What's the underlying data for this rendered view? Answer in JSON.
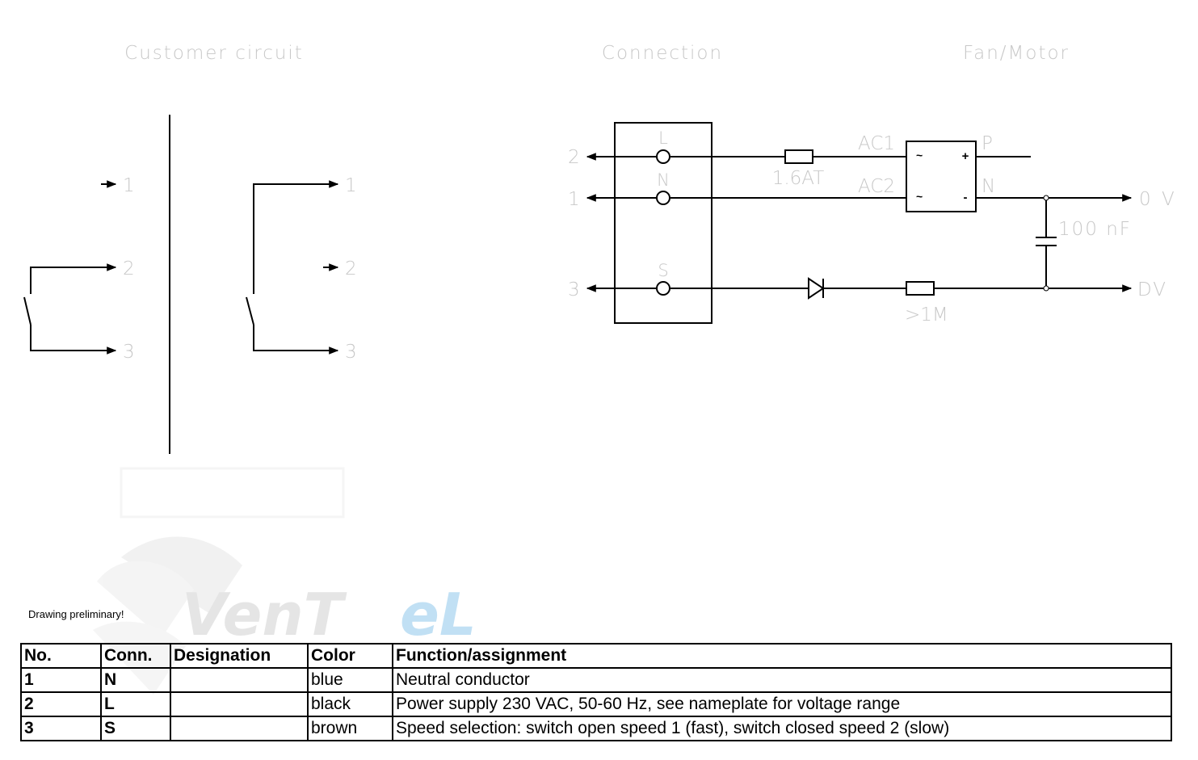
{
  "headers": {
    "customer": "Customer circuit",
    "connection": "Connection",
    "fan": "Fan/Motor"
  },
  "customer_circuit": {
    "left_pins": [
      "1",
      "2",
      "3"
    ],
    "right_pins": [
      "1",
      "2",
      "3"
    ]
  },
  "connection": {
    "outer_pins": [
      "2",
      "1",
      "3"
    ],
    "terminals": [
      "L",
      "N",
      "S"
    ]
  },
  "motor": {
    "fuse_label": "1.6AT",
    "ac1": "AC1",
    "ac2": "AC2",
    "rect_tilde_top": "~",
    "rect_tilde_bottom": "~",
    "rect_plus": "+",
    "rect_minus": "-",
    "p_label": "P",
    "n_label": "N",
    "cap_label": "100 nF",
    "resistor_label": ">1M",
    "out_0v": "0 V",
    "out_dv": "DV"
  },
  "note": "Drawing preliminary!",
  "watermark": "Ventel",
  "colors": {
    "wire": "#000000",
    "light_text": "#c8c8c8",
    "watermark_gray": "#d0d0d0",
    "watermark_blue": "#8fc8ec"
  },
  "table": {
    "headers": [
      "No.",
      "Conn.",
      "Designation",
      "Color",
      "Function/assignment"
    ],
    "rows": [
      {
        "no": "1",
        "conn": "N",
        "designation": "",
        "color": "blue",
        "function": "Neutral conductor"
      },
      {
        "no": "2",
        "conn": "L",
        "designation": "",
        "color": "black",
        "function": "Power supply 230 VAC, 50-60 Hz, see nameplate for voltage range"
      },
      {
        "no": "3",
        "conn": "S",
        "designation": "",
        "color": "brown",
        "function": "Speed selection: switch open speed 1 (fast), switch closed speed 2 (slow)"
      }
    ]
  }
}
